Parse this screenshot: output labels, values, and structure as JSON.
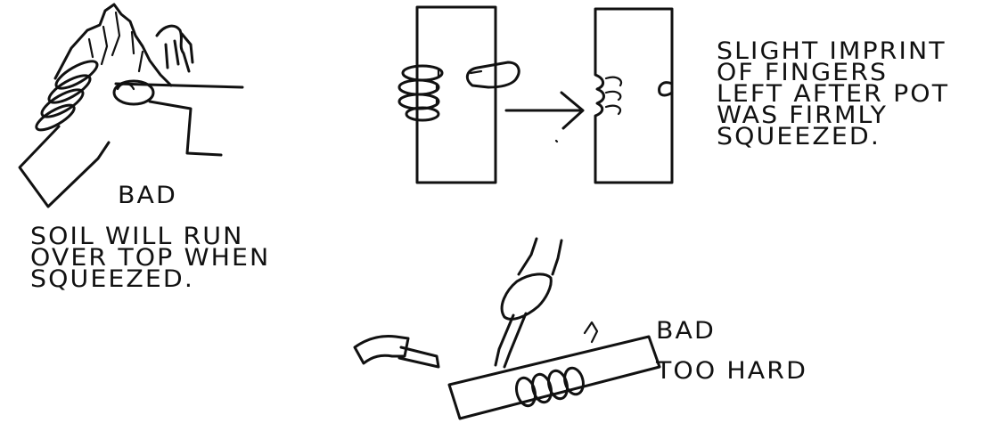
{
  "panels": {
    "soil_runs_over": {
      "verdict": "BAD",
      "caption_lines": [
        "SOIL WILL RUN",
        "OVER TOP WHEN",
        "SQUEEZED."
      ]
    },
    "finger_imprint": {
      "caption_lines": [
        "SLIGHT IMPRINT",
        "OF FINGERS",
        "LEFT AFTER POT",
        "WAS FIRMLY",
        "SQUEEZED."
      ]
    },
    "too_hard": {
      "verdict": "BAD",
      "caption": "TOO HARD"
    }
  }
}
